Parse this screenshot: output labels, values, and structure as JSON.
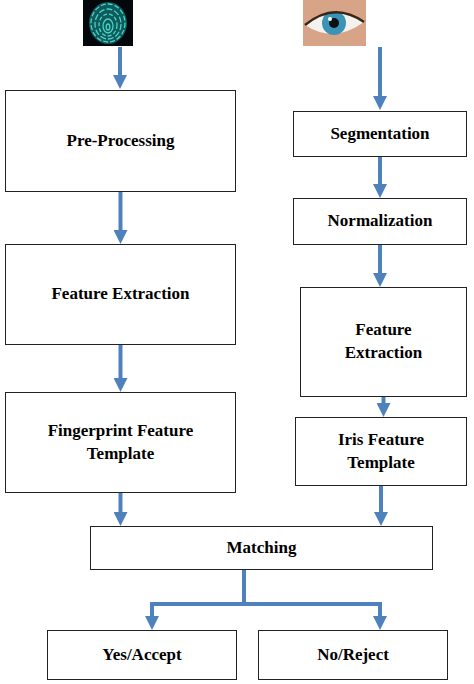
{
  "diagram": {
    "nodes": [
      {
        "text": [
          "Pre-Processing"
        ]
      },
      {
        "text": [
          "Segmentation"
        ]
      },
      {
        "text": [
          "Normalization"
        ]
      },
      {
        "text": [
          "Feature Extraction"
        ]
      },
      {
        "text": [
          "Feature Extraction"
        ]
      },
      {
        "text": [
          "Fingerprint Feature Template"
        ]
      },
      {
        "text": [
          "Iris Feature Template"
        ]
      },
      {
        "text": [
          "Matching"
        ]
      },
      {
        "text": [
          "Yes/Accept"
        ]
      },
      {
        "text": [
          "No/Reject"
        ]
      }
    ],
    "edges": [
      {
        "from": 0,
        "to": 3,
        "arrow": "to"
      },
      {
        "from": 3,
        "to": 5,
        "arrow": "to"
      },
      {
        "from": 1,
        "to": 2,
        "arrow": "to"
      },
      {
        "from": 2,
        "to": 4,
        "arrow": "to"
      },
      {
        "from": 4,
        "to": 6,
        "arrow": "to"
      },
      {
        "from": 5,
        "to": 7,
        "arrow": "to"
      },
      {
        "from": 6,
        "to": 7,
        "arrow": "to"
      },
      {
        "from": 7,
        "to": 8,
        "arrow": "to"
      },
      {
        "from": 7,
        "to": 9,
        "arrow": "to"
      }
    ]
  }
}
